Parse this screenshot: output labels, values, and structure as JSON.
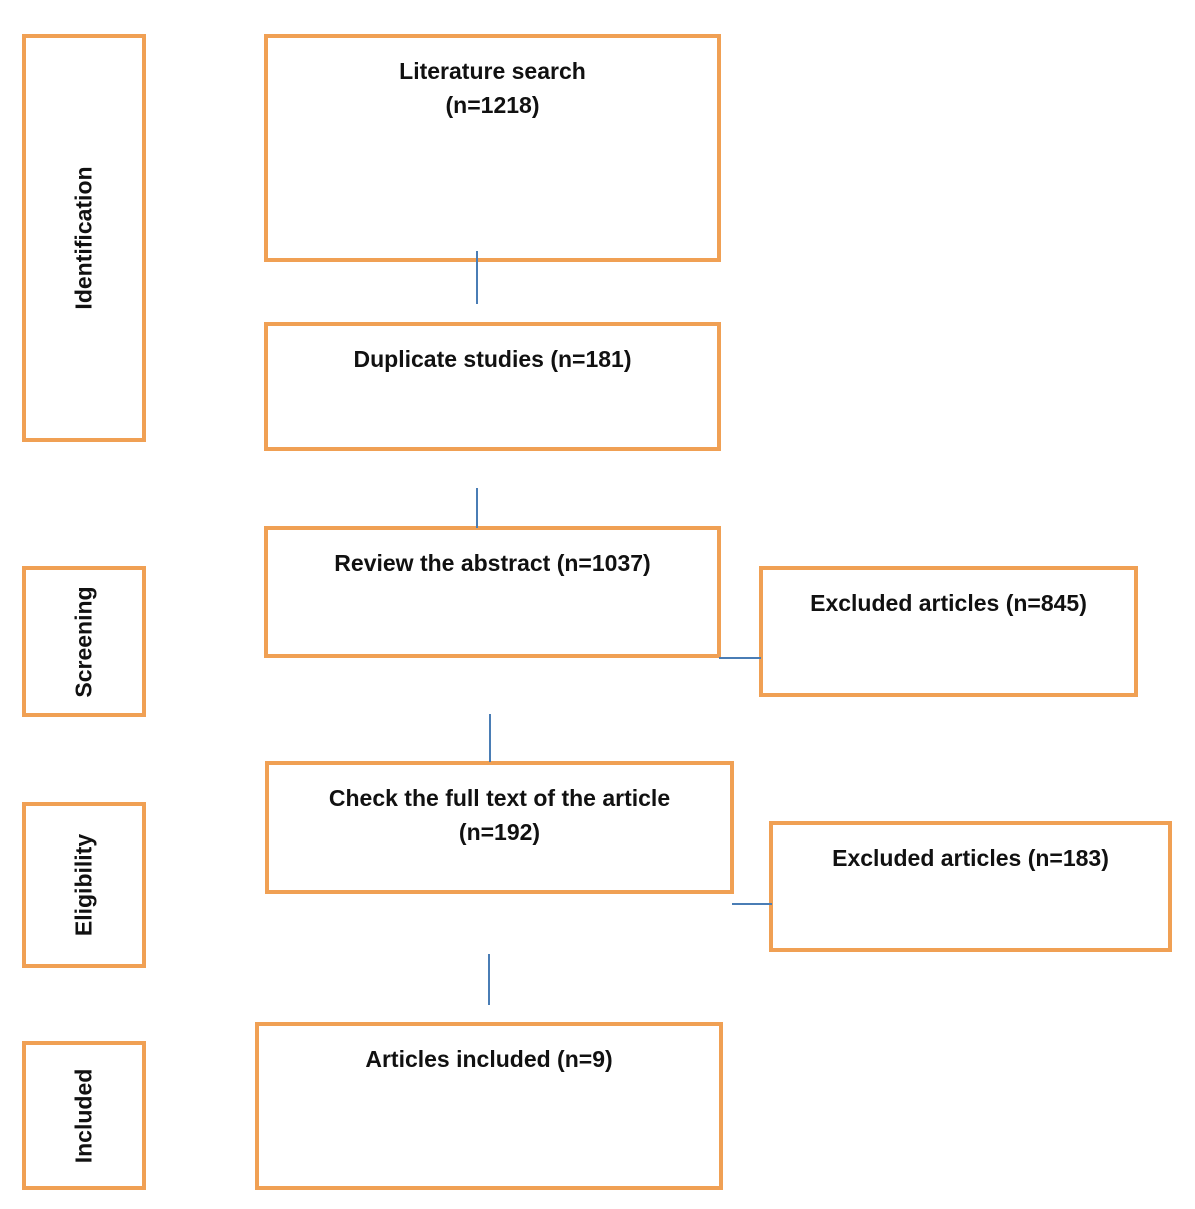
{
  "stages": {
    "identification": "Identification",
    "screening": "Screening",
    "eligibility": "Eligibility",
    "included": "Included"
  },
  "boxes": {
    "literature_search": "Literature search\n(n=1218)",
    "duplicate_studies": "Duplicate studies (n=181)",
    "review_abstract": "Review the abstract (n=1037)",
    "excluded_abstract": "Excluded articles (n=845)",
    "full_text": "Check the full text of the article\n(n=192)",
    "excluded_full_text": "Excluded articles (n=183)",
    "articles_included": "Articles included (n=9)"
  },
  "colors": {
    "border": "#F0A054",
    "connector": "#4A7DB5"
  }
}
